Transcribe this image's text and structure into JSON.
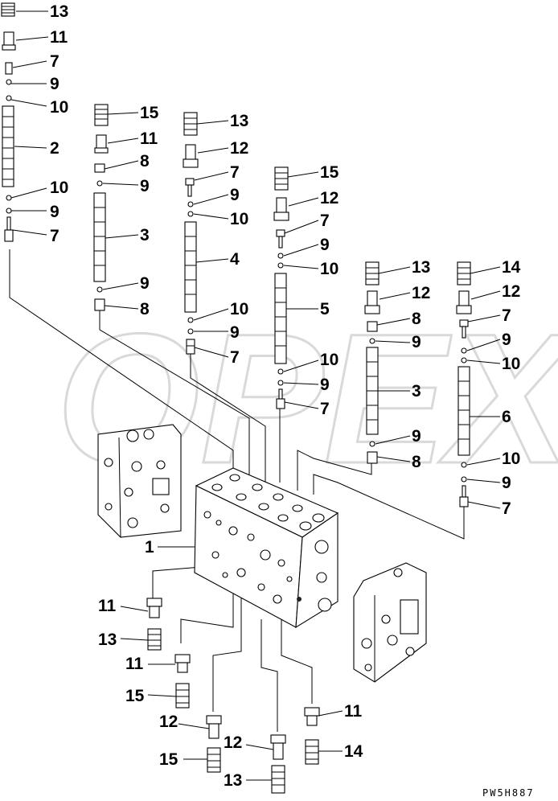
{
  "watermark": "OPEX",
  "drawing_code": "PW5H887",
  "callouts": [
    {
      "id": "c-13a",
      "text": "13"
    },
    {
      "id": "c-11a",
      "text": "11"
    },
    {
      "id": "c-7a",
      "text": "7"
    },
    {
      "id": "c-9a",
      "text": "9"
    },
    {
      "id": "c-10a",
      "text": "10"
    },
    {
      "id": "c-2",
      "text": "2"
    },
    {
      "id": "c-10b",
      "text": "10"
    },
    {
      "id": "c-9b",
      "text": "9"
    },
    {
      "id": "c-7b",
      "text": "7"
    },
    {
      "id": "c-15a",
      "text": "15"
    },
    {
      "id": "c-11b",
      "text": "11"
    },
    {
      "id": "c-8a",
      "text": "8"
    },
    {
      "id": "c-9c",
      "text": "9"
    },
    {
      "id": "c-3a",
      "text": "3"
    },
    {
      "id": "c-9d",
      "text": "9"
    },
    {
      "id": "c-8b",
      "text": "8"
    },
    {
      "id": "c-13b",
      "text": "13"
    },
    {
      "id": "c-12a",
      "text": "12"
    },
    {
      "id": "c-7c",
      "text": "7"
    },
    {
      "id": "c-9e",
      "text": "9"
    },
    {
      "id": "c-10c",
      "text": "10"
    },
    {
      "id": "c-4",
      "text": "4"
    },
    {
      "id": "c-10d",
      "text": "10"
    },
    {
      "id": "c-9f",
      "text": "9"
    },
    {
      "id": "c-7d",
      "text": "7"
    },
    {
      "id": "c-15b",
      "text": "15"
    },
    {
      "id": "c-12b",
      "text": "12"
    },
    {
      "id": "c-7e",
      "text": "7"
    },
    {
      "id": "c-9g",
      "text": "9"
    },
    {
      "id": "c-10e",
      "text": "10"
    },
    {
      "id": "c-5",
      "text": "5"
    },
    {
      "id": "c-10f",
      "text": "10"
    },
    {
      "id": "c-9h",
      "text": "9"
    },
    {
      "id": "c-7f",
      "text": "7"
    },
    {
      "id": "c-13c",
      "text": "13"
    },
    {
      "id": "c-12c",
      "text": "12"
    },
    {
      "id": "c-8c",
      "text": "8"
    },
    {
      "id": "c-9i",
      "text": "9"
    },
    {
      "id": "c-3b",
      "text": "3"
    },
    {
      "id": "c-9j",
      "text": "9"
    },
    {
      "id": "c-8d",
      "text": "8"
    },
    {
      "id": "c-14a",
      "text": "14"
    },
    {
      "id": "c-12d",
      "text": "12"
    },
    {
      "id": "c-7g",
      "text": "7"
    },
    {
      "id": "c-9k",
      "text": "9"
    },
    {
      "id": "c-10g",
      "text": "10"
    },
    {
      "id": "c-6",
      "text": "6"
    },
    {
      "id": "c-10h",
      "text": "10"
    },
    {
      "id": "c-9l",
      "text": "9"
    },
    {
      "id": "c-7h",
      "text": "7"
    },
    {
      "id": "c-1",
      "text": "1"
    },
    {
      "id": "c-11c",
      "text": "11"
    },
    {
      "id": "c-13d",
      "text": "13"
    },
    {
      "id": "c-11d",
      "text": "11"
    },
    {
      "id": "c-15c",
      "text": "15"
    },
    {
      "id": "c-12e",
      "text": "12"
    },
    {
      "id": "c-12f",
      "text": "12"
    },
    {
      "id": "c-11e",
      "text": "11"
    },
    {
      "id": "c-15d",
      "text": "15"
    },
    {
      "id": "c-14b",
      "text": "14"
    },
    {
      "id": "c-13e",
      "text": "13"
    }
  ]
}
